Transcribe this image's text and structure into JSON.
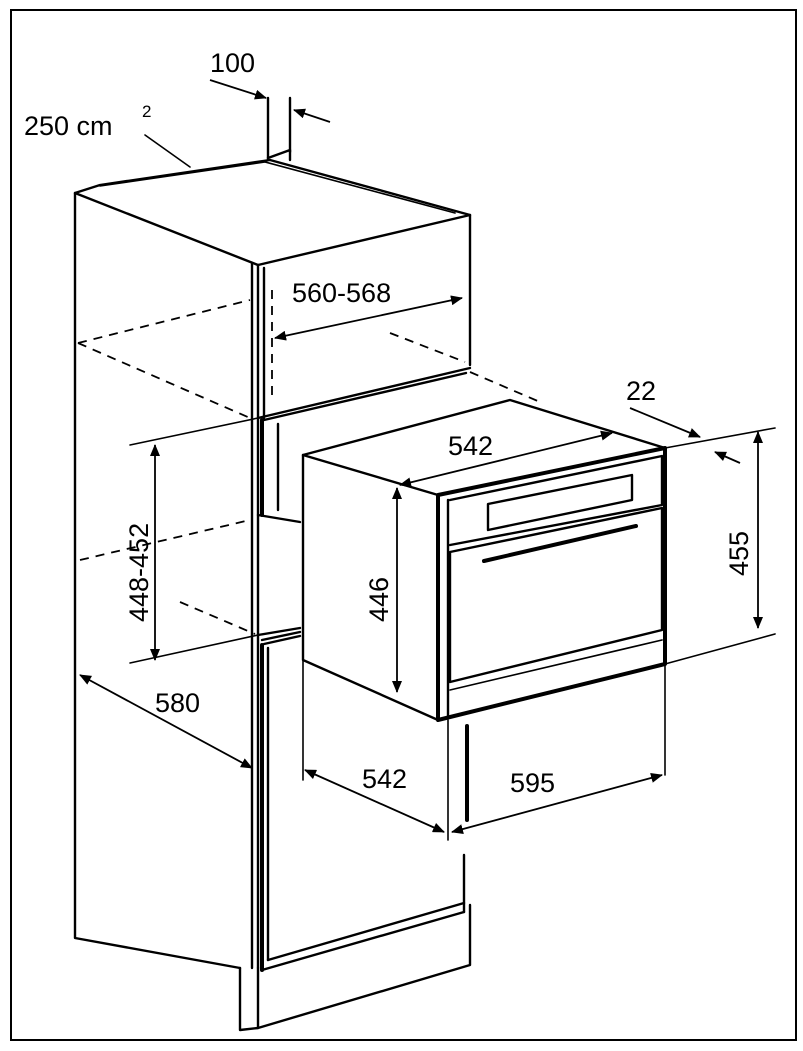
{
  "dimensions": {
    "vent_area": "250 cm",
    "vent_area_exp": "2",
    "vent_gap": "100",
    "niche_width": "560-568",
    "niche_height": "448-452",
    "cabinet_depth": "580",
    "oven_top_depth": "542",
    "oven_front_thickness": "22",
    "oven_height": "446",
    "front_height": "455",
    "oven_side_depth": "542",
    "oven_width": "595"
  }
}
